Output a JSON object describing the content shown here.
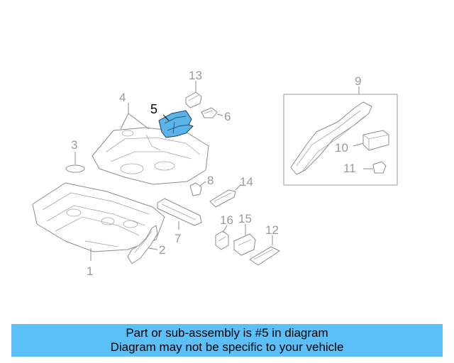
{
  "callouts": {
    "c1": "1",
    "c2": "2",
    "c3": "3",
    "c4": "4",
    "c5": "5",
    "c6": "6",
    "c7": "7",
    "c8": "8",
    "c9": "9",
    "c10": "10",
    "c11": "11",
    "c12": "12",
    "c13": "13",
    "c14": "14",
    "c15": "15",
    "c16": "16"
  },
  "highlighted_part": "5",
  "colors": {
    "highlight": "#5ab4ea",
    "banner": "#5bc0f7",
    "linework": "#8c8c8c"
  },
  "banner": {
    "line1": "Part or sub-assembly is #5 in diagram",
    "line2": "Diagram may not be specific to your vehicle"
  }
}
